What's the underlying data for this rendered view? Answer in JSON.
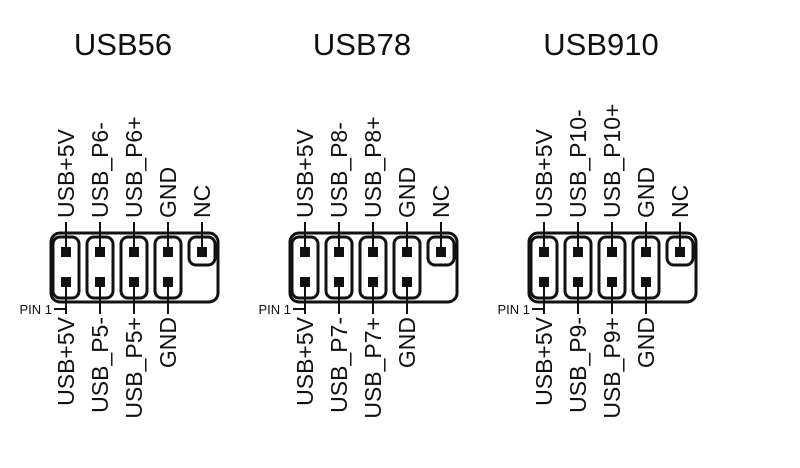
{
  "headers": [
    {
      "title": "USB56",
      "pin1_label": "PIN 1",
      "top_pins": [
        "USB+5V",
        "USB_P6-",
        "USB_P6+",
        "GND",
        "NC"
      ],
      "bottom_pins": [
        "USB+5V",
        "USB_P5-",
        "USB_P5+",
        "GND"
      ]
    },
    {
      "title": "USB78",
      "pin1_label": "PIN 1",
      "top_pins": [
        "USB+5V",
        "USB_P8-",
        "USB_P8+",
        "GND",
        "NC"
      ],
      "bottom_pins": [
        "USB+5V",
        "USB_P7-",
        "USB_P7+",
        "GND"
      ]
    },
    {
      "title": "USB910",
      "pin1_label": "PIN 1",
      "top_pins": [
        "USB+5V",
        "USB_P10-",
        "USB_P10+",
        "GND",
        "NC"
      ],
      "bottom_pins": [
        "USB+5V",
        "USB_P9-",
        "USB_P9+",
        "GND"
      ]
    }
  ]
}
